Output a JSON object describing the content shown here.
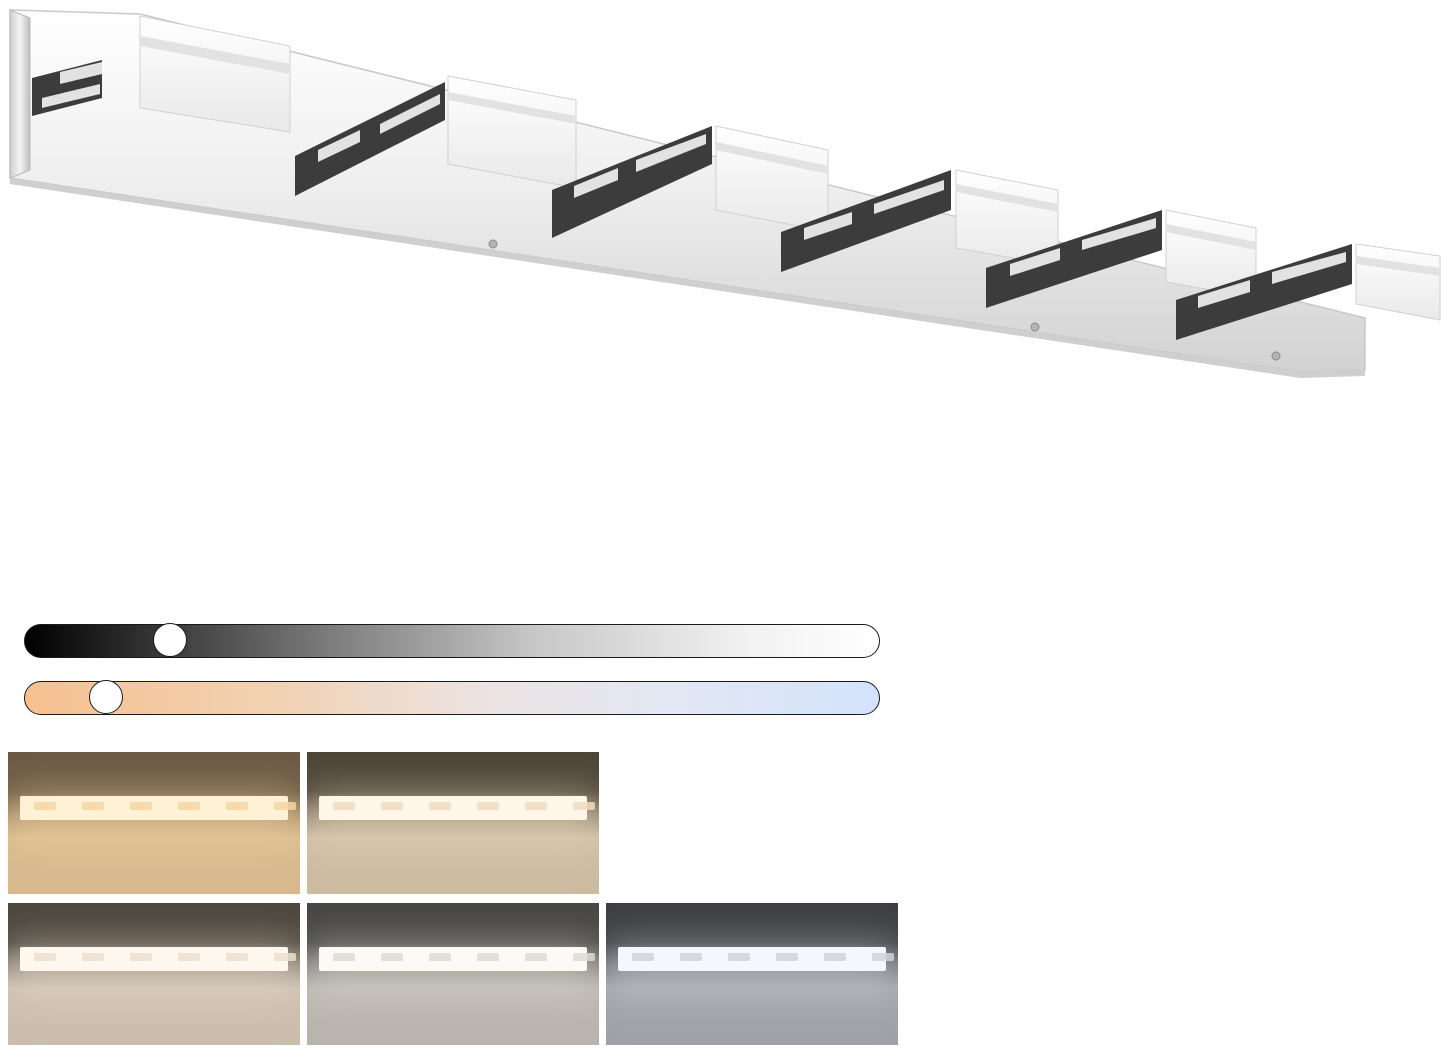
{
  "colors": {
    "chrome_light": "#f4f4f4",
    "chrome_mid": "#d6d6d6",
    "chrome_dark": "#9c9c9c",
    "clip_dark": "#3c3c3c",
    "acrylic": "#fafafa"
  },
  "brightness_slider": {
    "level": 0.17
  },
  "color_temperature_slider": {
    "level": 0.095
  },
  "preview_tiles": [
    {
      "bg_top": "#6b5a45",
      "bg_bottom": "#d8b98d",
      "bar": "#fff1d6",
      "shade": "#f6d6a4"
    },
    {
      "bg_top": "#4d4538",
      "bg_bottom": "#cdbba2",
      "bar": "#fff6e8",
      "shade": "#efdcc0"
    },
    {
      "bg_top": "#4e473e",
      "bg_bottom": "#cbbeae",
      "bar": "#fff8ee",
      "shade": "#ebdfcf"
    },
    {
      "bg_top": "#494744",
      "bg_bottom": "#b9b5ae",
      "bar": "#fbfaf6",
      "shade": "#dedbd3"
    },
    {
      "bg_top": "#3e3f42",
      "bg_bottom": "#9fa2a7",
      "bar": "#f4f7fb",
      "shade": "#cfd4db"
    }
  ],
  "icons": [
    "vanity-light-fixture",
    "slider-thumb"
  ]
}
